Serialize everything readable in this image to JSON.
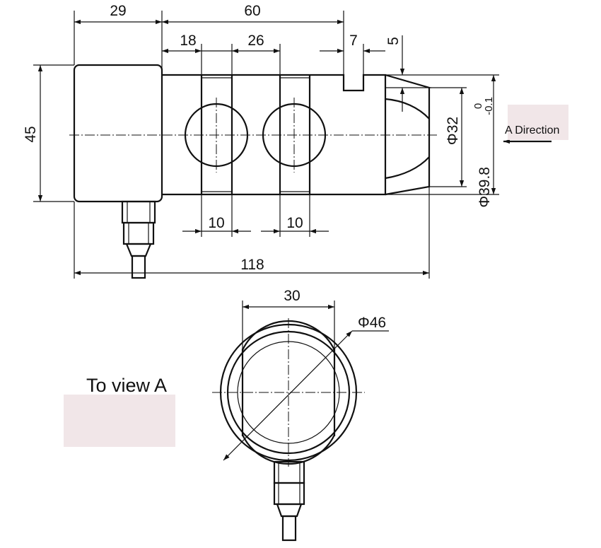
{
  "dimensions": {
    "top_29": "29",
    "top_60": "60",
    "top_18": "18",
    "top_26": "26",
    "top_7": "7",
    "top_5": "5",
    "left_45": "45",
    "slot_10_a": "10",
    "slot_10_b": "10",
    "total_118": "118",
    "dia_32": "Φ32",
    "dia_39_8": "Φ39.8",
    "tol_upper": "0",
    "tol_lower": "-0.1",
    "view_30": "30",
    "view_dia_46": "Φ46"
  },
  "labels": {
    "a_direction": "A Direction",
    "to_view_a": "To view A"
  },
  "colors": {
    "line": "#111111",
    "label_box": "#f1e6e8"
  }
}
